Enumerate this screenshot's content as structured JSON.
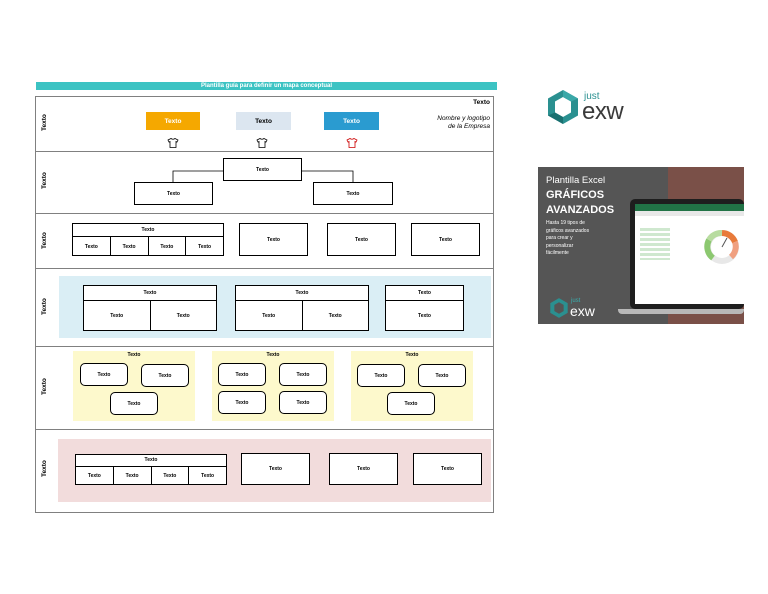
{
  "title": "Plantilla guía para definir un mapa conceptual",
  "row_labels": [
    "Texto",
    "Texto",
    "Texto",
    "Texto",
    "Texto",
    "Texto"
  ],
  "header": {
    "corner_text": "Texto",
    "company_line1": "Nombre y logotipo",
    "company_line2": "de la Empresa",
    "buttons": [
      {
        "label": "Texto",
        "color": "#f5a800",
        "text_color": "#ffffff"
      },
      {
        "label": "Texto",
        "color": "#dce6f0",
        "text_color": "#000000"
      },
      {
        "label": "Texto",
        "color": "#2a9bd0",
        "text_color": "#ffffff"
      }
    ],
    "icons": [
      "shirt-icon",
      "shirt-icon",
      "shirt-icon"
    ]
  },
  "row2": {
    "top": "Texto",
    "left": "Texto",
    "right": "Texto"
  },
  "row3": {
    "group_title": "Texto",
    "cells": [
      "Texto",
      "Texto",
      "Texto",
      "Texto"
    ],
    "boxes": [
      "Texto",
      "Texto",
      "Texto"
    ]
  },
  "row4": {
    "band_color": "#daeef5",
    "groups": [
      {
        "title": "Texto",
        "cells": [
          "Texto",
          "Texto"
        ]
      },
      {
        "title": "Texto",
        "cells": [
          "Texto",
          "Texto"
        ]
      },
      {
        "title": "Texto",
        "cells": [
          "Texto"
        ]
      }
    ]
  },
  "row5": {
    "band_color": "#fdf9cc",
    "groups": [
      {
        "title": "Texto",
        "boxes": [
          "Texto",
          "Texto",
          "Texto"
        ]
      },
      {
        "title": "Texto",
        "boxes": [
          "Texto",
          "Texto",
          "Texto",
          "Texto"
        ]
      },
      {
        "title": "Texto",
        "boxes": [
          "Texto",
          "Texto",
          "Texto"
        ]
      }
    ]
  },
  "row6": {
    "band_color": "#f2dcdc",
    "group_title": "Texto",
    "cells": [
      "Texto",
      "Texto",
      "Texto",
      "Texto"
    ],
    "boxes": [
      "Texto",
      "Texto",
      "Texto"
    ]
  },
  "logo": {
    "small": "just",
    "big": "exw",
    "color": "#2a9090"
  },
  "promo": {
    "line1": "Plantilla Excel",
    "line2": "GRÁFICOS",
    "line3": "AVANZADOS",
    "desc": [
      "Hasta 19 tipos de",
      "gráficos avanzados",
      "para crear y",
      "personalizar",
      "fácilmente"
    ],
    "logo_small": "just",
    "logo_big": "exw"
  }
}
